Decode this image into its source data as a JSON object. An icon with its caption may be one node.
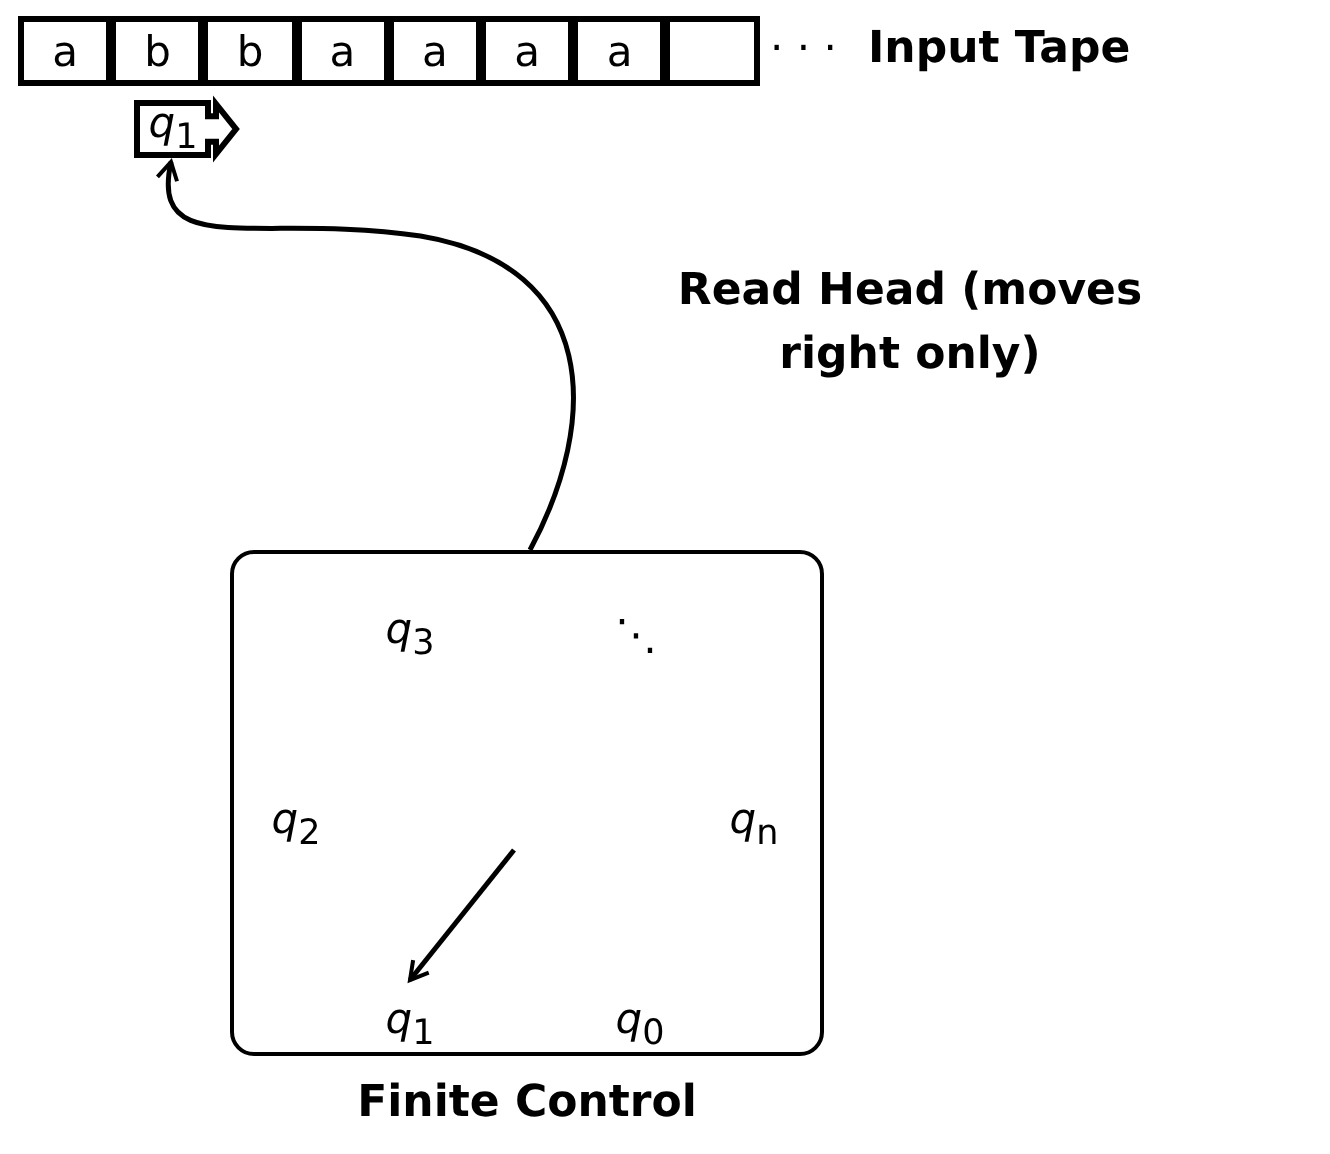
{
  "diagram": {
    "nodes": [
      {
        "text": [
          "a"
        ]
      },
      {
        "text": [
          "b"
        ]
      },
      {
        "text": [
          "b"
        ]
      },
      {
        "text": [
          "a"
        ]
      },
      {
        "text": [
          "a"
        ]
      },
      {
        "text": [
          "a"
        ]
      },
      {
        "text": [
          "a"
        ]
      },
      {
        "text": [],
        "shape": "box"
      },
      {
        "text": [
          "*q*$_{1}$"
        ]
      },
      {
        "text": [
          "Finite Control"
        ]
      },
      {
        "text": [
          "*q*$_{1}$"
        ],
        "in": 9
      }
    ],
    "edges": [
      {
        "from": 9,
        "to": 8,
        "arrow": "to",
        "label": "Read Head (moves right only)"
      },
      {
        "from": null,
        "to": 10,
        "arrow": "to"
      }
    ],
    "labels": [
      "· · ·",
      "Input Tape",
      "*q*$_{3}$",
      "⋱",
      "*q*$_{2}$",
      "*q*$_{n}$",
      "*q*$_{0}$"
    ]
  }
}
